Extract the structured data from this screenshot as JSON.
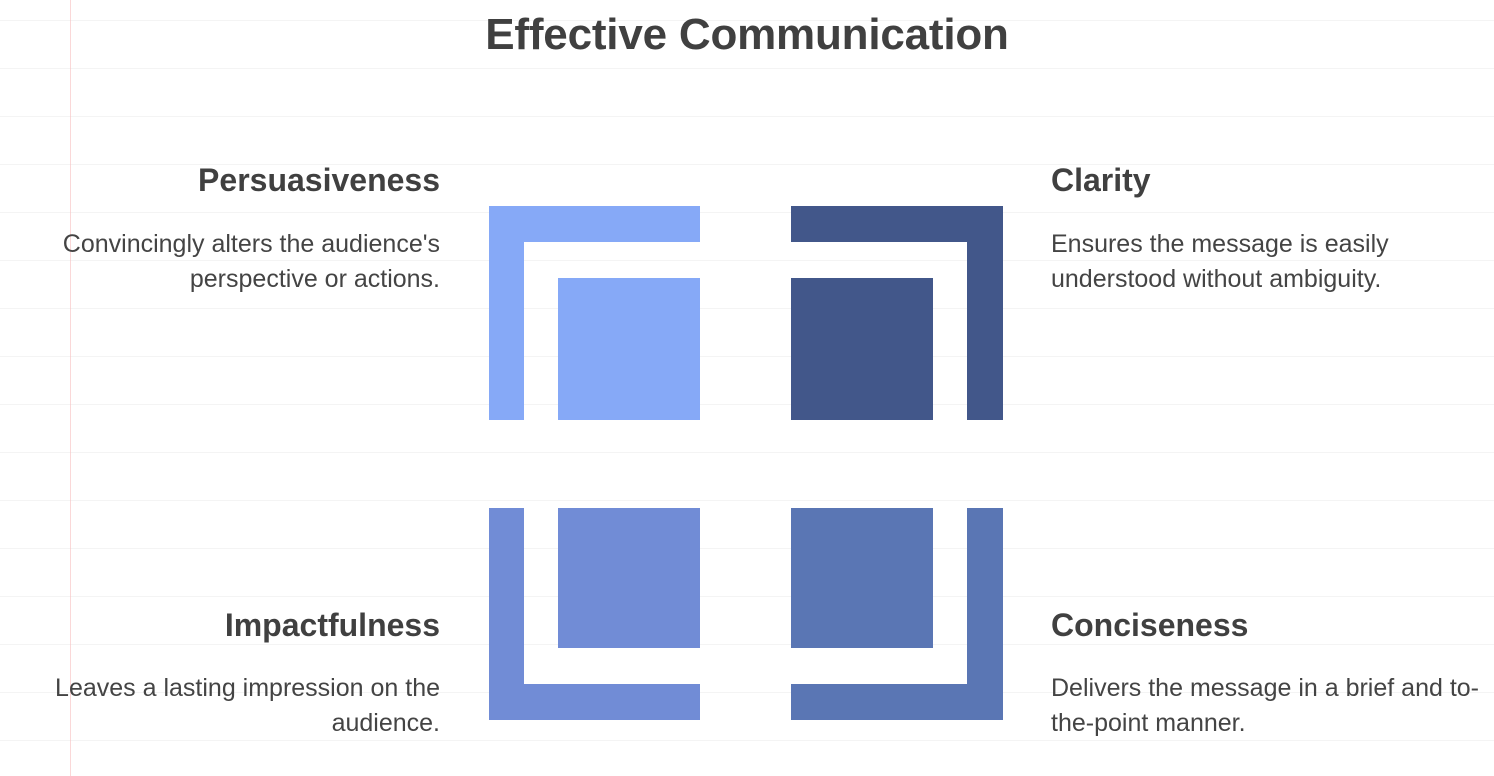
{
  "title": "Effective Communication",
  "colors": {
    "title_text": "#404040",
    "body_text": "#444444",
    "quadrant_top_left": "#86A9F7",
    "quadrant_top_right": "#42578A",
    "quadrant_bottom_left": "#718CD6",
    "quadrant_bottom_right": "#5A76B4",
    "page_background": "#ffffff",
    "rule_line": "#f0f0f0",
    "margin_line": "#f7b9b9"
  },
  "quadrants": [
    {
      "id": "persuasiveness",
      "position": "top-left",
      "heading": "Persuasiveness",
      "description": "Convincingly alters the audience's perspective or actions.",
      "color": "#86A9F7",
      "align": "right"
    },
    {
      "id": "clarity",
      "position": "top-right",
      "heading": "Clarity",
      "description": "Ensures the message is easily understood without ambiguity.",
      "color": "#42578A",
      "align": "left"
    },
    {
      "id": "impactfulness",
      "position": "bottom-left",
      "heading": "Impactfulness",
      "description": "Leaves a lasting impression on the audience.",
      "color": "#718CD6",
      "align": "right"
    },
    {
      "id": "conciseness",
      "position": "bottom-right",
      "heading": "Conciseness",
      "description": "Delivers the message in a brief and to-the-point manner.",
      "color": "#5A76B4",
      "align": "left"
    }
  ]
}
